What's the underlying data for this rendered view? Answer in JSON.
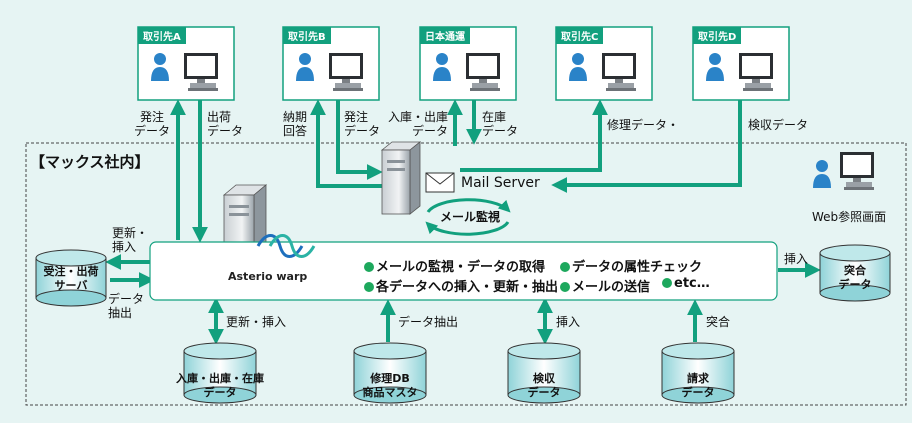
{
  "company_section": "【マックス社内】",
  "partners": [
    {
      "label": "取引先A"
    },
    {
      "label": "取引先B"
    },
    {
      "label": "日本通運"
    },
    {
      "label": "取引先C"
    },
    {
      "label": "取引先D"
    }
  ],
  "flow_labels": {
    "a_order": [
      "発注",
      "データ"
    ],
    "a_ship": [
      "出荷",
      "データ"
    ],
    "b_delivery": [
      "納期",
      "回答"
    ],
    "b_order": [
      "発注",
      "データ"
    ],
    "n_inout": [
      "入庫・出庫",
      "データ"
    ],
    "n_stock": [
      "在庫",
      "データ"
    ],
    "c_repair": "修理データ・",
    "d_inspect": "検収データ"
  },
  "mail_server": "Mail Server",
  "mail_monitor": "メール監視",
  "web_view": "Web参照画面",
  "asteria_logo": "Asterio warp",
  "functions": [
    "メールの監視・データの取得",
    "データの属性チェック",
    "各データへの挿入・更新・抽出",
    "メールの送信",
    "etc…"
  ],
  "left_db": {
    "label": [
      "受注・出荷",
      "サーバ"
    ]
  },
  "left_update": [
    "更新・",
    "挿入"
  ],
  "left_extract": [
    "データ",
    "抽出"
  ],
  "right_db": {
    "label": [
      "突合",
      "データ"
    ]
  },
  "right_insert": "挿入",
  "bottom_dbs": [
    {
      "label": [
        "入庫・出庫・在庫",
        "データ"
      ],
      "action": "更新・挿入"
    },
    {
      "label": [
        "修理DB",
        "商品マスタ"
      ],
      "action": "データ抽出"
    },
    {
      "label": [
        "検収",
        "データ"
      ],
      "action": "挿入"
    },
    {
      "label": [
        "請求",
        "データ"
      ],
      "action": "突合"
    }
  ],
  "colors": {
    "accent": "#12a07e",
    "background": "#e6f4f3",
    "bullet": "#1da85d"
  }
}
